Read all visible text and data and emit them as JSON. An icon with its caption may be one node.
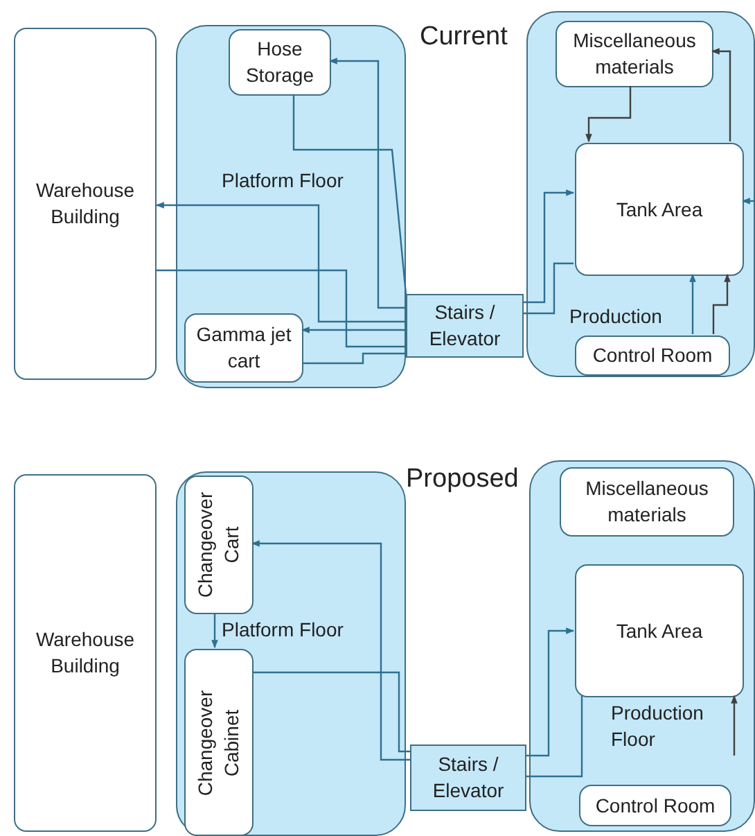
{
  "diagram": {
    "nodes": [
      {
        "text": [
          "Warehouse Building"
        ]
      },
      {
        "text": [
          "Platform Floor"
        ]
      },
      {
        "text": [
          "Hose Storage"
        ],
        "in": 1
      },
      {
        "text": [
          "Gamma jet cart"
        ],
        "in": 1
      },
      {
        "text": [
          "Stairs / Elevator"
        ]
      },
      {
        "text": [
          "Production"
        ]
      },
      {
        "text": [
          "Miscellaneous materials"
        ],
        "in": 5
      },
      {
        "text": [
          "Tank Area"
        ],
        "in": 5
      },
      {
        "text": [
          "Control Room"
        ],
        "in": 5
      },
      {
        "text": [
          "Warehouse Building"
        ]
      },
      {
        "text": [
          "Platform Floor"
        ]
      },
      {
        "text": [
          "Changeover Cart"
        ],
        "in": 10
      },
      {
        "text": [
          "Changeover Cabinet"
        ],
        "in": 10
      },
      {
        "text": [
          "Stairs / Elevator"
        ]
      },
      {
        "text": [
          "Production Floor"
        ]
      },
      {
        "text": [
          "Miscellaneous materials"
        ],
        "in": 14
      },
      {
        "text": [
          "Tank Area"
        ],
        "in": 14
      },
      {
        "text": [
          "Control Room"
        ],
        "in": 14
      }
    ],
    "edges": [
      {
        "from": 4,
        "to": 2,
        "arrow": "to"
      },
      {
        "from": 4,
        "to": 0,
        "arrow": "to"
      },
      {
        "from": 4,
        "to": 3,
        "arrow": "to"
      },
      {
        "from": 2,
        "to": 4,
        "arrow": "none"
      },
      {
        "from": 4,
        "to": 7,
        "arrow": "to"
      },
      {
        "from": 0,
        "to": 4,
        "arrow": "none"
      },
      {
        "from": 3,
        "to": 4,
        "arrow": "none"
      },
      {
        "from": 4,
        "to": 7,
        "arrow": "none"
      },
      {
        "from": 6,
        "to": 7,
        "arrow": "to",
        "color": "#404040"
      },
      {
        "from": 7,
        "to": 6,
        "arrow": "to",
        "color": "#404040"
      },
      {
        "from": 8,
        "to": 7,
        "arrow": "to"
      },
      {
        "from": 8,
        "to": 7,
        "arrow": "to",
        "color": "#404040"
      },
      {
        "from": null,
        "to": 7,
        "arrow": "to"
      },
      {
        "from": 13,
        "to": 11,
        "arrow": "to"
      },
      {
        "from": 12,
        "to": 13,
        "arrow": "none"
      },
      {
        "from": 13,
        "to": 16,
        "arrow": "to"
      },
      {
        "from": 13,
        "to": 16,
        "arrow": "none"
      },
      {
        "from": 11,
        "to": 12,
        "arrow": "to"
      },
      {
        "from": null,
        "to": 16,
        "arrow": "to",
        "color": "#404040"
      }
    ],
    "labels": [
      "Current",
      "Proposed"
    ]
  }
}
